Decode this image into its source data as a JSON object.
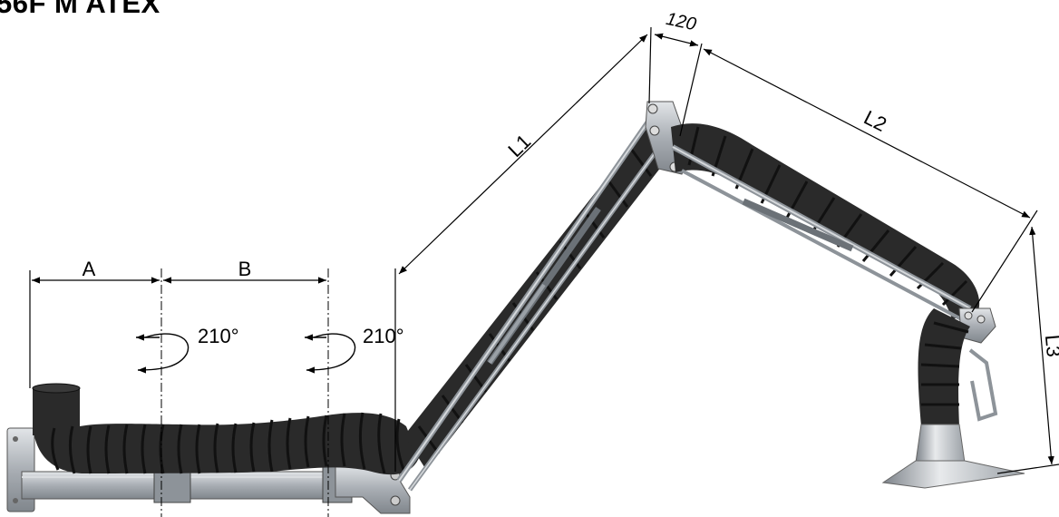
{
  "title": "56F M ATEX",
  "dimensions": {
    "A": "A",
    "B": "B",
    "L1": "L1",
    "L2": "L2",
    "L3": "L3",
    "joint_offset": "120"
  },
  "rotations": {
    "first": "210°",
    "second": "210°"
  },
  "colors": {
    "hose": "#2a2a2a",
    "hose_rib": "#111111",
    "metal": "#b9bec4",
    "metal_dark": "#7d838a",
    "dimension_line": "#000000"
  }
}
